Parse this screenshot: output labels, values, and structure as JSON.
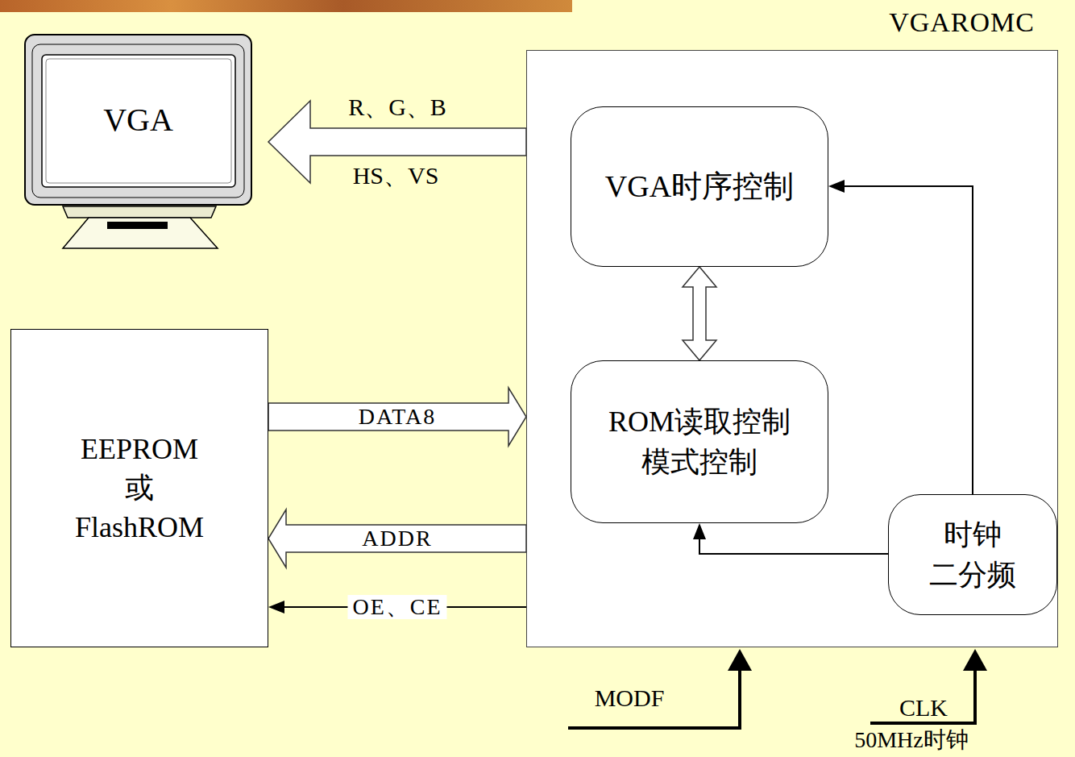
{
  "diagram": {
    "nodes": [
      {
        "text": [
          "VGAROMC"
        ]
      },
      {
        "text": [
          "VGA"
        ]
      },
      {
        "text": [
          "VGA时序控制"
        ],
        "in": 0
      },
      {
        "text": [
          "EEPROM 或 FlashROM"
        ]
      },
      {
        "text": [
          "ROM读取控制 模式控制"
        ],
        "in": 0
      },
      {
        "text": [
          "时钟 二分频"
        ],
        "in": 0
      }
    ],
    "edges": [
      {
        "from": 0,
        "to": 1,
        "label": "R、G、B",
        "arrow": "to"
      },
      {
        "from": 2,
        "to": 4,
        "arrow": "both"
      },
      {
        "from": 3,
        "to": 0,
        "label": "DATA8",
        "arrow": "to"
      },
      {
        "from": 0,
        "to": 3,
        "label": "ADDR",
        "arrow": "to"
      },
      {
        "from": 0,
        "to": 3,
        "label": "OE、CE",
        "arrow": "to"
      },
      {
        "from": 5,
        "to": 2,
        "arrow": "to"
      },
      {
        "from": 5,
        "to": 4,
        "arrow": "to"
      }
    ],
    "labels": [
      "HS、VS",
      "MODF",
      "CLK",
      "50MHz时钟"
    ]
  }
}
